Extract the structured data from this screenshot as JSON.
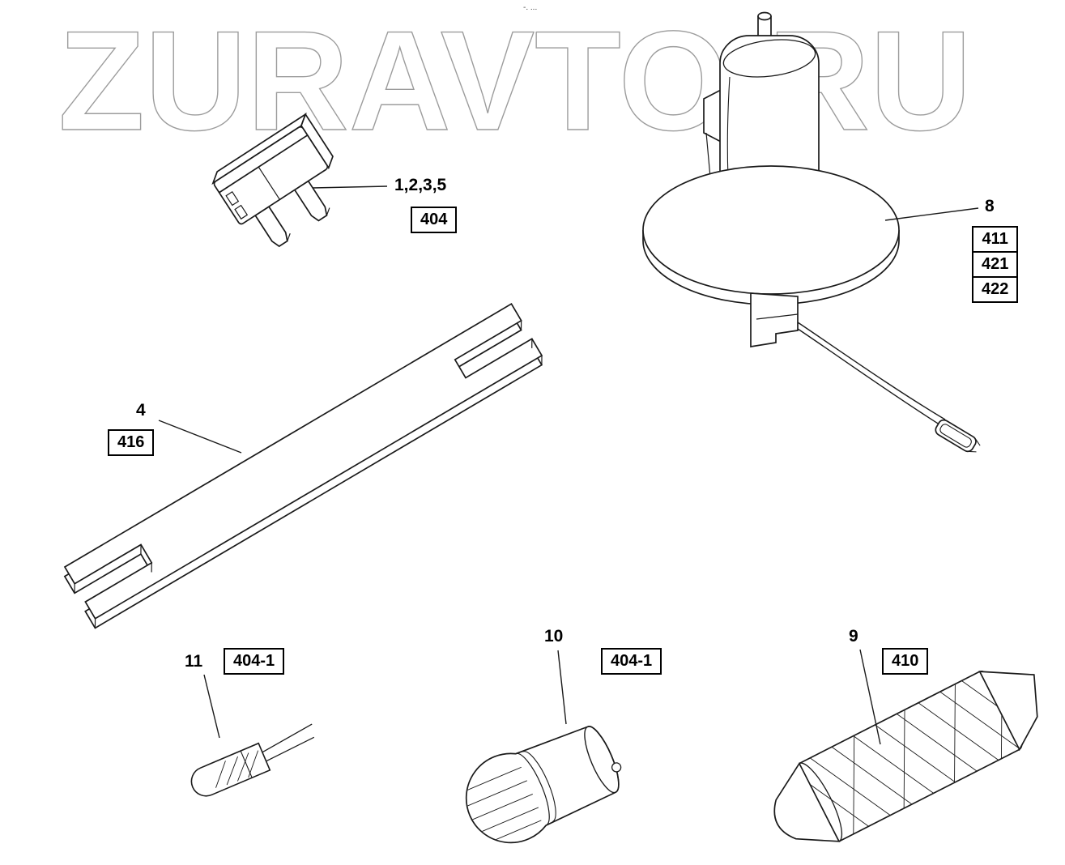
{
  "watermark": {
    "text": "ZURAVTO.RU",
    "tiny_mark": "-. ..."
  },
  "parts": {
    "fuse": {
      "label": "1,2,3,5",
      "code": "404"
    },
    "sender": {
      "label": "8",
      "codes": [
        "411",
        "421",
        "422"
      ]
    },
    "strip": {
      "label": "4",
      "code": "416"
    },
    "bulb_small": {
      "label": "11",
      "code": "404-1"
    },
    "bulb_bayonet": {
      "label": "10",
      "code": "404-1"
    },
    "bulb_festoon": {
      "label": "9",
      "code": "410"
    }
  }
}
